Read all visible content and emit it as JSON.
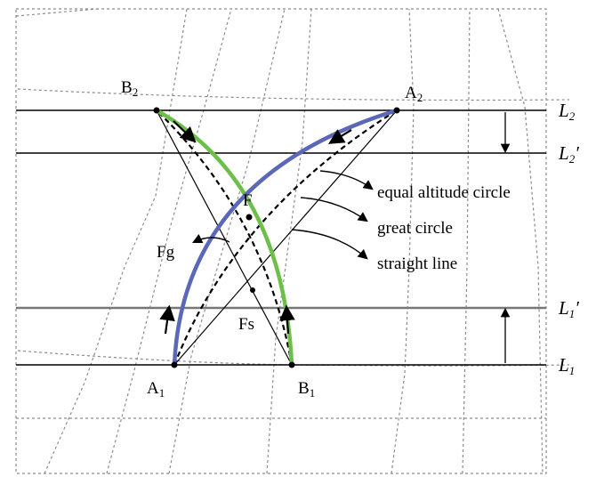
{
  "points": {
    "A1": {
      "base": "A",
      "sub": "1"
    },
    "B1": {
      "base": "B",
      "sub": "1"
    },
    "A2": {
      "base": "A",
      "sub": "2"
    },
    "B2": {
      "base": "B",
      "sub": "2"
    }
  },
  "lines": {
    "L2": {
      "base": "L",
      "sub": "2",
      "prime": ""
    },
    "L2p": {
      "base": "L",
      "sub": "2",
      "prime": "′"
    },
    "L1p": {
      "base": "L",
      "sub": "1",
      "prime": "′"
    },
    "L1": {
      "base": "L",
      "sub": "1",
      "prime": ""
    }
  },
  "labels": {
    "F": "F",
    "Fg": "Fg",
    "Fs": "Fs",
    "equal_altitude": "equal altitude circle",
    "great_circle": "great circle",
    "straight_line": "straight line"
  },
  "colors": {
    "equal_altitude_green": "#6cc04a",
    "equal_altitude_blue": "#5b68b8"
  }
}
